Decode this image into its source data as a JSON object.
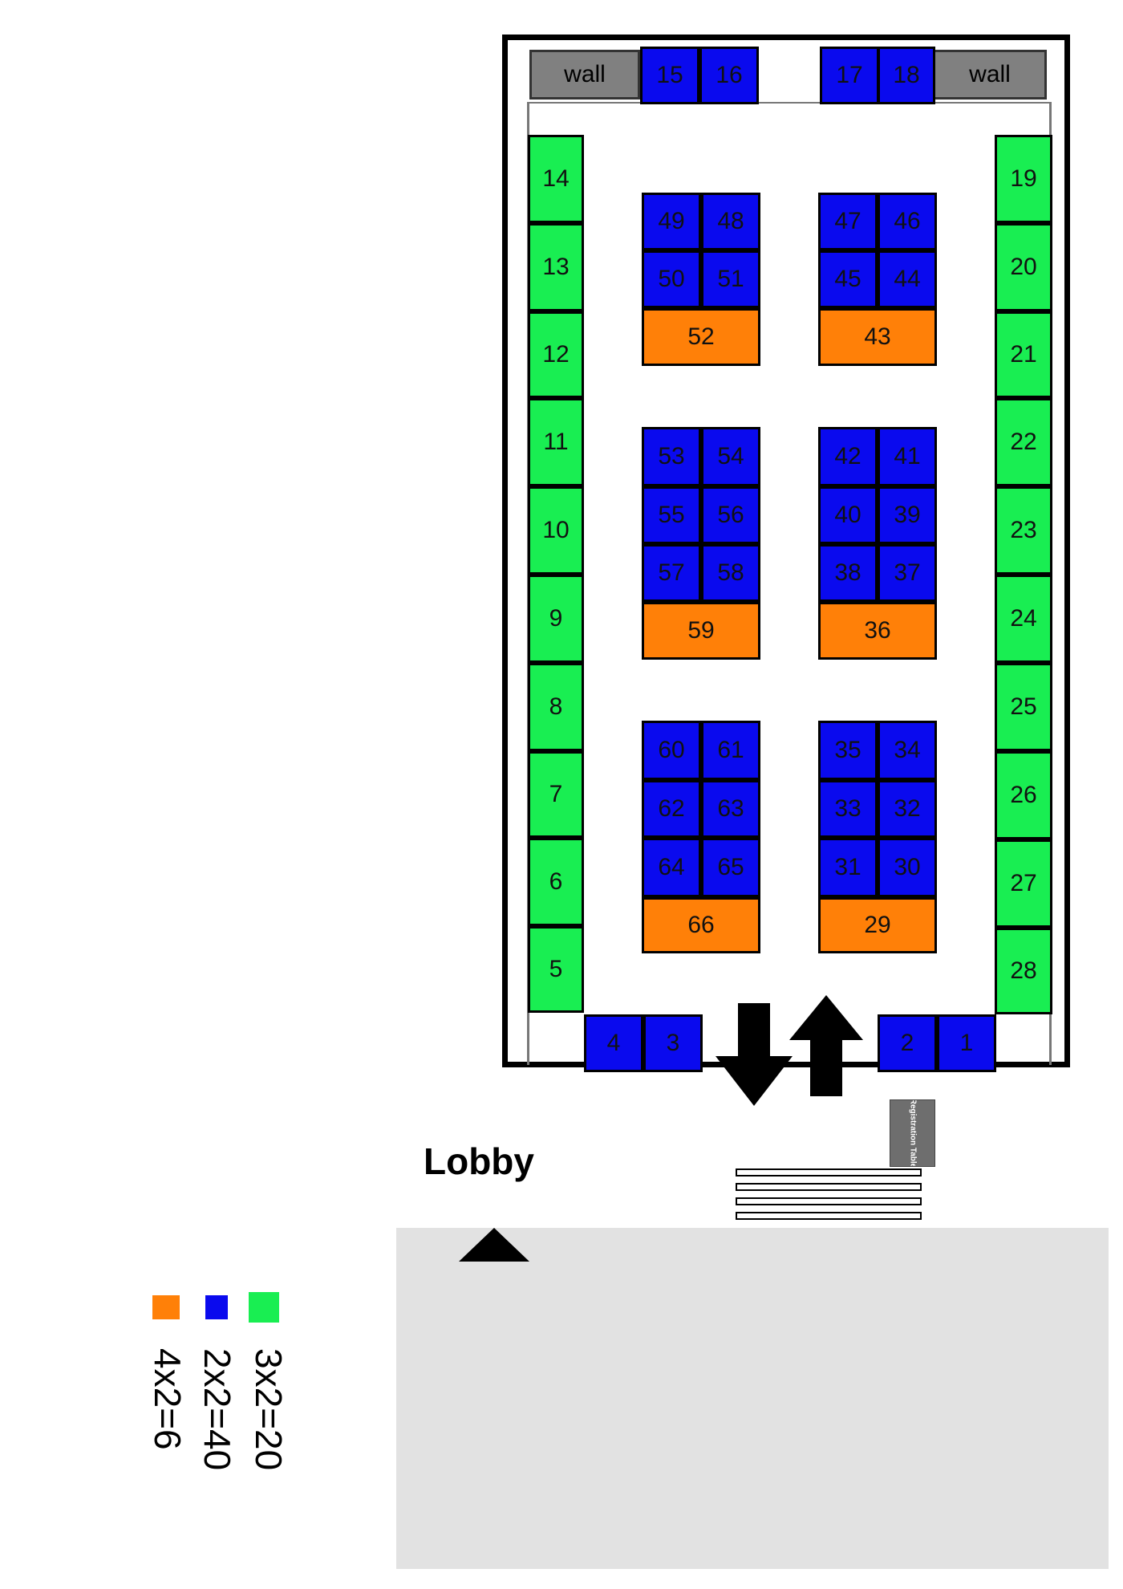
{
  "walls": [
    "wall",
    "wall"
  ],
  "booths": {
    "top": [
      "15",
      "16",
      "17",
      "18"
    ],
    "left_column": [
      "14",
      "13",
      "12",
      "11",
      "10",
      "9",
      "8",
      "7",
      "6",
      "5"
    ],
    "right_column": [
      "19",
      "20",
      "21",
      "22",
      "23",
      "24",
      "25",
      "26",
      "27",
      "28"
    ],
    "bottom": [
      "4",
      "3",
      "2",
      "1"
    ],
    "island_1": [
      "49",
      "48",
      "50",
      "51",
      "52"
    ],
    "island_2": [
      "47",
      "46",
      "45",
      "44",
      "43"
    ],
    "island_3": [
      "53",
      "54",
      "55",
      "56",
      "57",
      "58",
      "59"
    ],
    "island_4": [
      "42",
      "41",
      "40",
      "39",
      "38",
      "37",
      "36"
    ],
    "island_5": [
      "60",
      "61",
      "62",
      "63",
      "64",
      "65",
      "66"
    ],
    "island_6": [
      "35",
      "34",
      "33",
      "32",
      "31",
      "30",
      "29"
    ]
  },
  "lobby_label": "Lobby",
  "registration_table": "Registration Table",
  "legend": [
    {
      "label": "3x2=20",
      "color": "#19ee52"
    },
    {
      "label": "2x2=40",
      "color": "#0a0aee"
    },
    {
      "label": "4x2=6",
      "color": "#ff8008"
    }
  ],
  "colors": {
    "blue": "#0a0aee",
    "green": "#19ee52",
    "orange": "#ff8008",
    "wall": "#808080",
    "lobby": "#e2e2e2"
  },
  "icons": [
    "arrow-down-icon",
    "arrow-up-icon",
    "triangle-icon"
  ]
}
